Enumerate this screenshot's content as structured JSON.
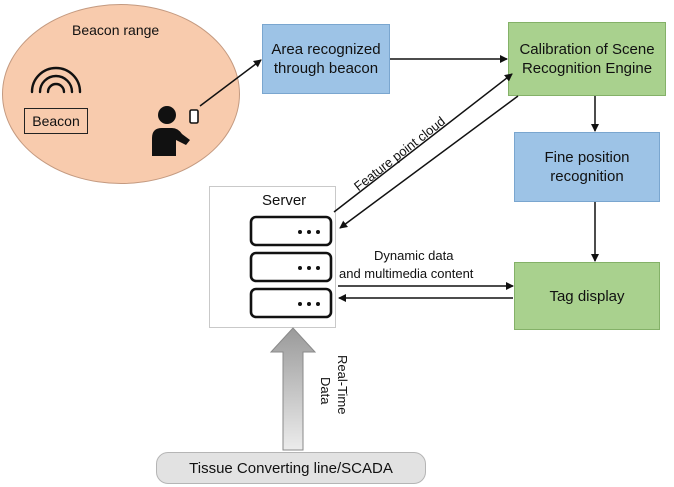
{
  "beacon": {
    "range_label": "Beacon range",
    "device_label": "Beacon"
  },
  "boxes": {
    "area": "Area recognized through beacon",
    "calibration": "Calibration of Scene Recognition Engine",
    "fine_position": "Fine position recognition",
    "tag_display": "Tag display"
  },
  "server": {
    "label": "Server"
  },
  "edges": {
    "feature_point_cloud": "Feature point cloud",
    "dynamic_data_line1": "Dynamic data",
    "dynamic_data_line2": "and multimedia content",
    "realtime_data_line1": "Real-Time",
    "realtime_data_line2": "Data"
  },
  "source": {
    "label": "Tissue Converting line/SCADA"
  },
  "colors": {
    "beacon_range_fill": "#f8cbad",
    "blue_box": "#9dc3e6",
    "green_box": "#a9d18e",
    "source_fill": "#e2e2e2"
  }
}
